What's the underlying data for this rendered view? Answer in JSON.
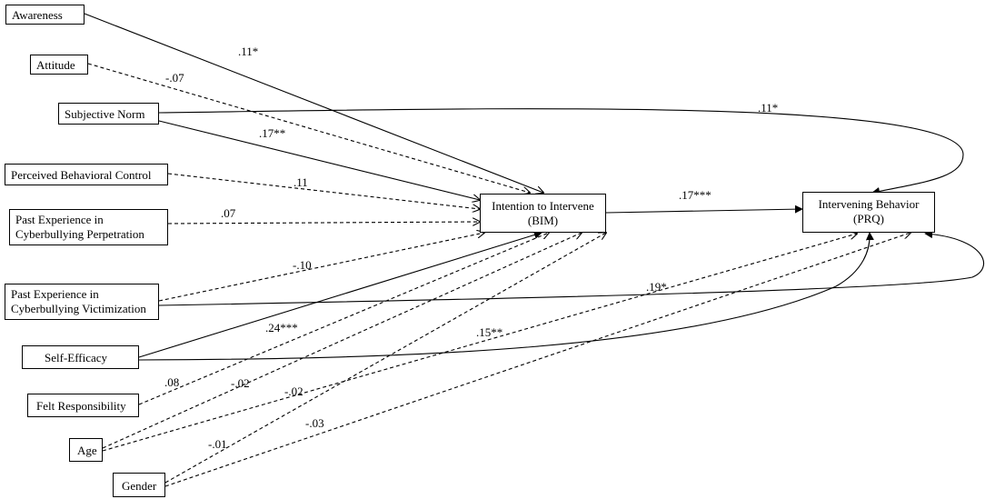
{
  "nodes": {
    "awareness": "Awareness",
    "attitude": "Attitude",
    "subjective_norm": "Subjective Norm",
    "pbc": "Perceived Behavioral Control",
    "perp_line1": "Past Experience in",
    "perp_line2": "Cyberbullying Perpetration",
    "vict_line1": "Past Experience in",
    "vict_line2": "Cyberbullying Victimization",
    "self_efficacy": "Self-Efficacy",
    "felt_responsibility": "Felt Responsibility",
    "age": "Age",
    "gender": "Gender",
    "intention_line1": "Intention to Intervene",
    "intention_line2": "(BIM)",
    "behavior_line1": "Intervening Behavior",
    "behavior_line2": "(PRQ)"
  },
  "paths": {
    "awareness_intention": ".11*",
    "attitude_intention": "-.07",
    "subjnorm_behavior": ".11*",
    "subjnorm_intention": ".17**",
    "pbc_intention": ".11",
    "perp_intention": ".07",
    "vict_intention": "-.10",
    "intention_behavior": ".17***",
    "vict_behavior": ".19*",
    "selfeff_intention": ".24***",
    "selfeff_behavior": ".15**",
    "felt_intention": ".08",
    "age_intention": "-.02",
    "age_behavior": "-.02",
    "gender_intention": "-.01",
    "gender_behavior": "-.03"
  }
}
